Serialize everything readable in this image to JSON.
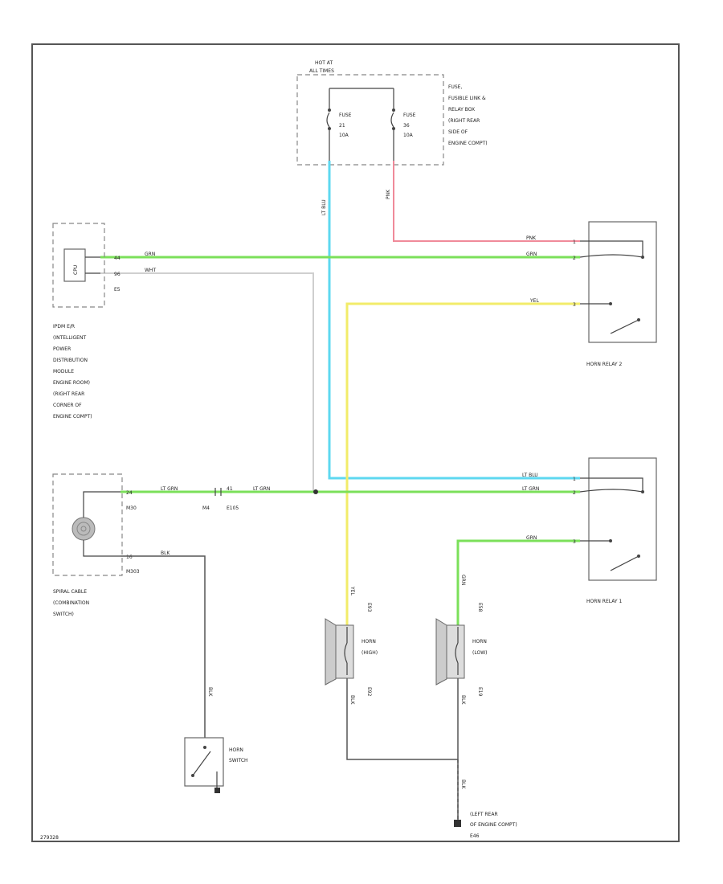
{
  "diagram_id": "279328",
  "colors": {
    "lt_blu": "#5ed8f0",
    "pnk": "#f08a9a",
    "grn": "#7be05a",
    "yel": "#f2ec6a",
    "wht": "#cfcfcf",
    "blk": "#555555",
    "frame": "#555555"
  },
  "fuse_block": {
    "hot_at": [
      "HOT AT",
      "ALL TIMES"
    ],
    "fuse1": [
      "FUSE",
      "21",
      "10A"
    ],
    "fuse2": [
      "FUSE",
      "36",
      "10A"
    ],
    "label": [
      "FUSE,",
      "FUSIBLE LINK &",
      "RELAY BOX",
      "(RIGHT REAR",
      "SIDE OF",
      "ENGINE COMPT)"
    ]
  },
  "ipdm": {
    "module_text": "CPU",
    "pins": [
      "44",
      "96",
      "E5"
    ],
    "label": [
      "IPDM E/R",
      "(INTELLIGENT",
      "POWER",
      "DISTRIBUTION",
      "MODULE",
      "ENGINE ROOM)",
      "(RIGHT REAR",
      "CORNER OF",
      "ENGINE COMPT)"
    ]
  },
  "wires": {
    "pnk": "PNK",
    "grn": "GRN",
    "wht": "WHT",
    "yel": "YEL",
    "lt_blu": "LT BLU",
    "lt_grn": "LT GRN",
    "blk": "BLK"
  },
  "relay2": {
    "label": "HORN RELAY 2",
    "pins": [
      "1",
      "2",
      "3"
    ]
  },
  "relay1": {
    "label": "HORN RELAY 1",
    "pins": [
      "1",
      "2",
      "3"
    ]
  },
  "spiral_cable": {
    "label": [
      "SPIRAL CABLE",
      "(COMBINATION",
      "SWITCH)"
    ],
    "pin_top": "24",
    "pin_top_conn": "M30",
    "pin_bot": "16",
    "pin_bot_conn": "M303",
    "inline_pin": "41",
    "inline_conn1": "M4",
    "inline_conn2": "E105"
  },
  "horn_high": {
    "label": [
      "HORN",
      "(HIGH)"
    ],
    "conn_top": "E93",
    "conn_bot": "E92"
  },
  "horn_low": {
    "label": [
      "HORN",
      "(LOW)"
    ],
    "conn_top": "E58",
    "conn_bot": "E19"
  },
  "horn_switch": {
    "label": [
      "HORN",
      "SWITCH"
    ]
  },
  "ground": {
    "label": [
      "(LEFT REAR",
      "OF ENGINE COMPT)"
    ],
    "code": "E46"
  }
}
